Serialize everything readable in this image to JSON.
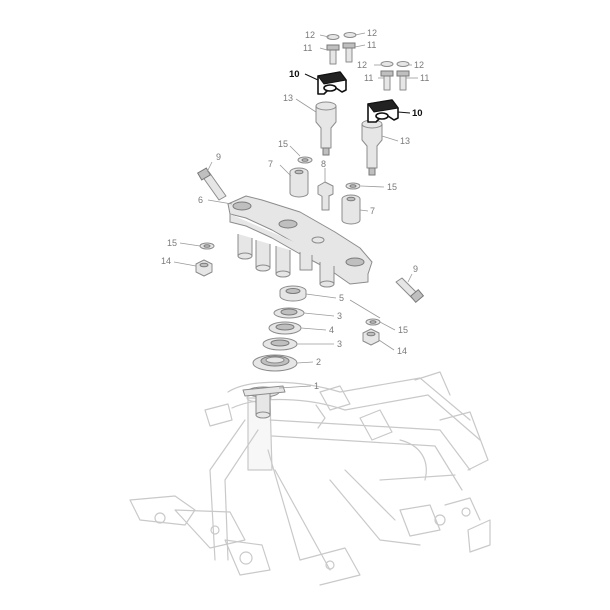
{
  "callouts": {
    "c1": "1",
    "c2": "2",
    "c3a": "3",
    "c3b": "3",
    "c4": "4",
    "c5": "5",
    "c6": "6",
    "c7a": "7",
    "c7b": "7",
    "c8": "8",
    "c9a": "9",
    "c9b": "9",
    "c10a": "10",
    "c10b": "10",
    "c11a": "11",
    "c11b": "11",
    "c11c": "11",
    "c11d": "11",
    "c12a": "12",
    "c12b": "12",
    "c12c": "12",
    "c12d": "12",
    "c13a": "13",
    "c13b": "13",
    "c14a": "14",
    "c14b": "14",
    "c15a": "15",
    "c15b": "15",
    "c15c": "15"
  },
  "highlighted_part": "10",
  "colors": {
    "highlight": "#111111",
    "part": "#8c8c8c",
    "frame": "#c9c9c9"
  }
}
